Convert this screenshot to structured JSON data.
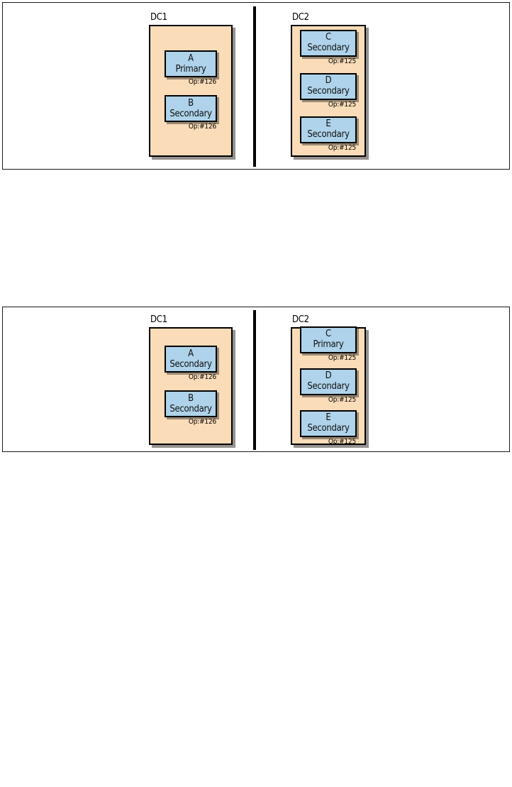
{
  "colors": {
    "datacenter_fill": "#fadcb8",
    "node_fill": "#aed3ea",
    "border": "#000000",
    "frame_border": "#1a1a1a",
    "text": "#111111"
  },
  "figures": [
    {
      "id": "figure-1",
      "datacenters": [
        {
          "label": "DC1",
          "nodes": [
            {
              "name": "A",
              "role": "Primary",
              "op": "Op:#126"
            },
            {
              "name": "B",
              "role": "Secondary",
              "op": "Op:#126"
            }
          ]
        },
        {
          "label": "DC2",
          "nodes": [
            {
              "name": "C",
              "role": "Secondary",
              "op": "Op:#125"
            },
            {
              "name": "D",
              "role": "Secondary",
              "op": "Op:#125"
            },
            {
              "name": "E",
              "role": "Secondary",
              "op": "Op:#125"
            }
          ]
        }
      ]
    },
    {
      "id": "figure-2",
      "datacenters": [
        {
          "label": "DC1",
          "nodes": [
            {
              "name": "A",
              "role": "Secondary",
              "op": "Op:#126"
            },
            {
              "name": "B",
              "role": "Secondary",
              "op": "Op:#126"
            }
          ]
        },
        {
          "label": "DC2",
          "nodes": [
            {
              "name": "C",
              "role": "Primary",
              "op": "Op:#125"
            },
            {
              "name": "D",
              "role": "Secondary",
              "op": "Op:#125"
            },
            {
              "name": "E",
              "role": "Secondary",
              "op": "Op:#125"
            }
          ]
        }
      ]
    }
  ]
}
